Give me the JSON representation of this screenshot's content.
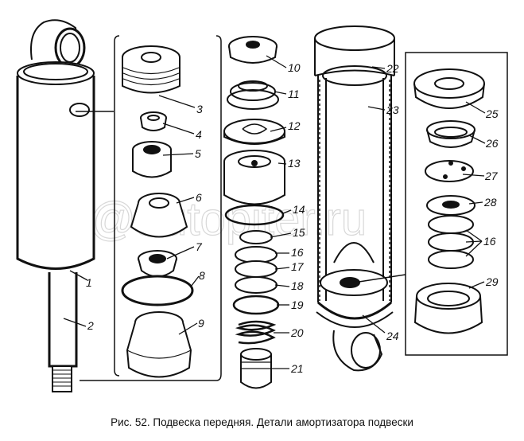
{
  "figure": {
    "caption": "Рис. 52. Подвеска передняя. Детали амортизатора подвески",
    "watermark": "@autopiter.ru",
    "ink_color": "#111111",
    "background": "#ffffff"
  },
  "callouts": [
    {
      "id": "1",
      "label": "1"
    },
    {
      "id": "2",
      "label": "2"
    },
    {
      "id": "3",
      "label": "3"
    },
    {
      "id": "4",
      "label": "4"
    },
    {
      "id": "5",
      "label": "5"
    },
    {
      "id": "6",
      "label": "6"
    },
    {
      "id": "7",
      "label": "7"
    },
    {
      "id": "8",
      "label": "8"
    },
    {
      "id": "9",
      "label": "9"
    },
    {
      "id": "10",
      "label": "10"
    },
    {
      "id": "11",
      "label": "11"
    },
    {
      "id": "12",
      "label": "12"
    },
    {
      "id": "13",
      "label": "13"
    },
    {
      "id": "14",
      "label": "14"
    },
    {
      "id": "15",
      "label": "15"
    },
    {
      "id": "16",
      "label": "16"
    },
    {
      "id": "17",
      "label": "17"
    },
    {
      "id": "18",
      "label": "18"
    },
    {
      "id": "19",
      "label": "19"
    },
    {
      "id": "20",
      "label": "20"
    },
    {
      "id": "21",
      "label": "21"
    },
    {
      "id": "22",
      "label": "22"
    },
    {
      "id": "23",
      "label": "23"
    },
    {
      "id": "24",
      "label": "24"
    },
    {
      "id": "25",
      "label": "25"
    },
    {
      "id": "26",
      "label": "26"
    },
    {
      "id": "27",
      "label": "27"
    },
    {
      "id": "28",
      "label": "28"
    },
    {
      "id": "16b",
      "label": "16"
    },
    {
      "id": "29",
      "label": "29"
    }
  ]
}
